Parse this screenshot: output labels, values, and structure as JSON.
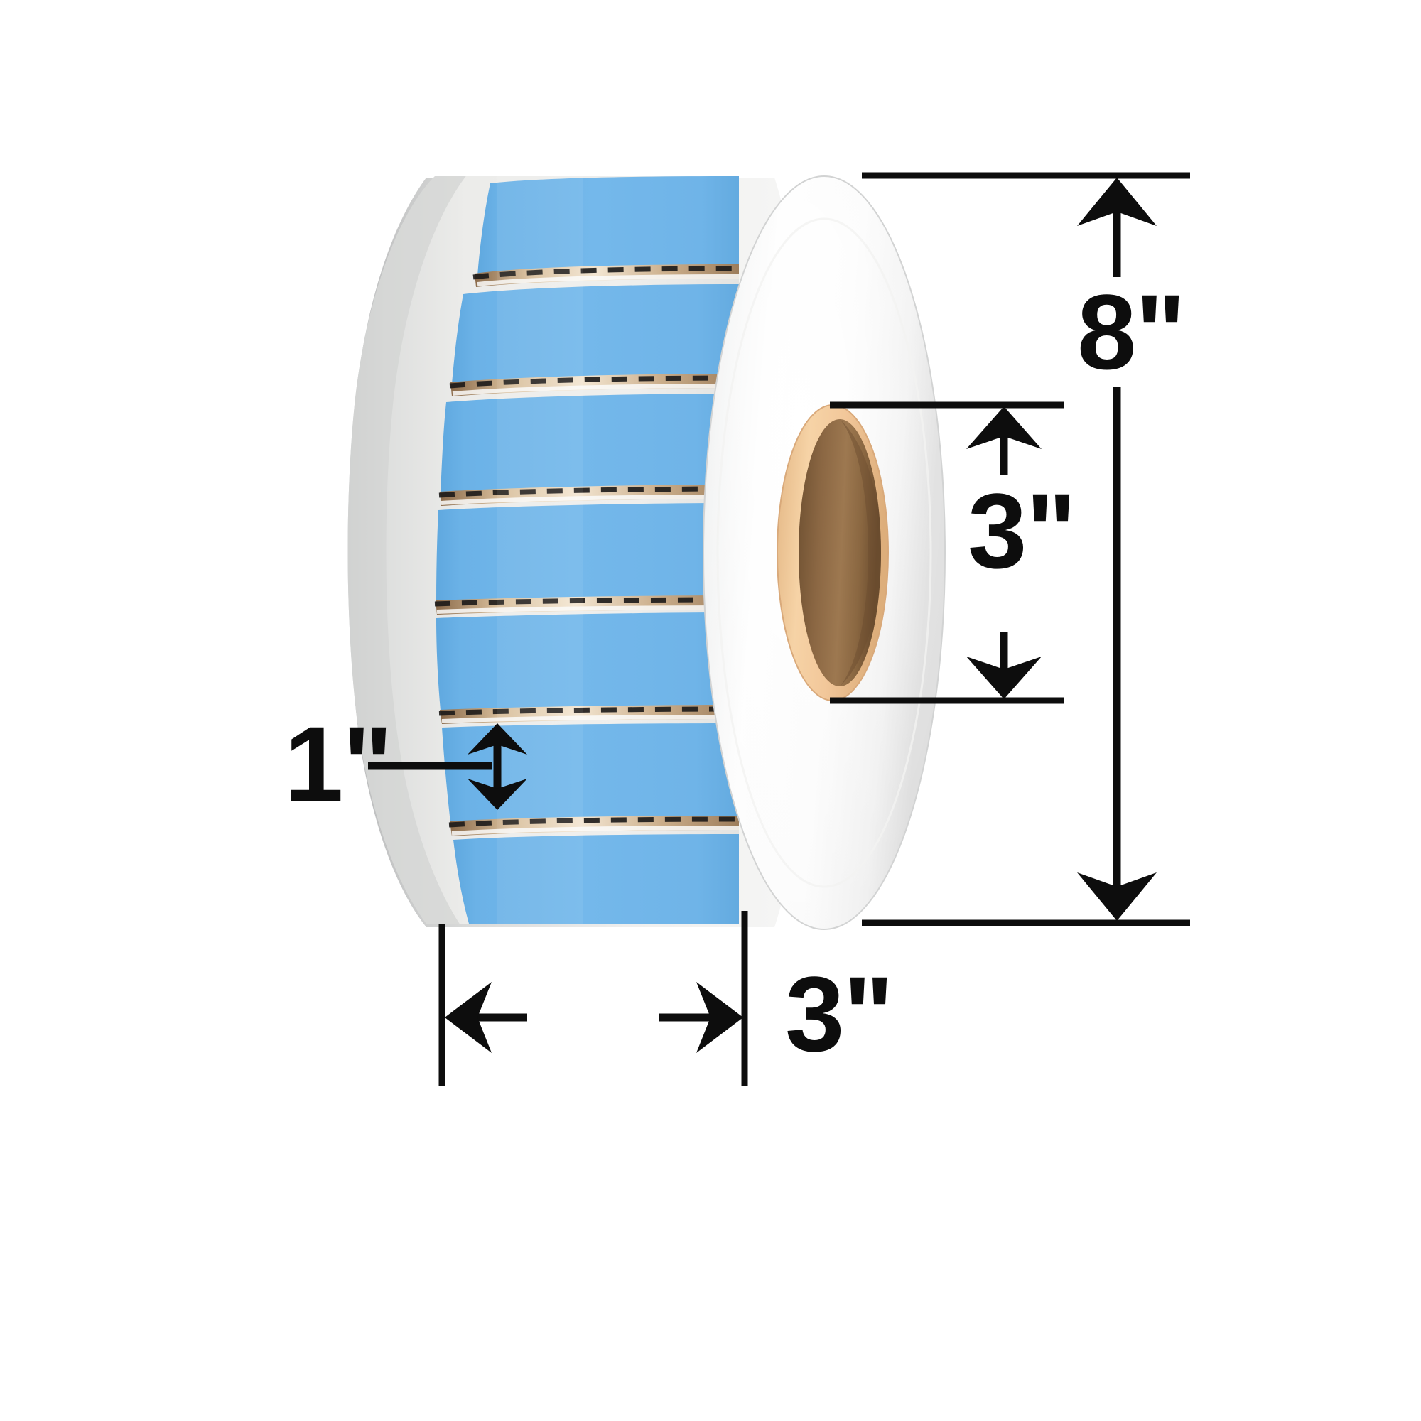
{
  "product": {
    "type": "label-roll-diagram",
    "label_color": "#6DB4E8",
    "liner_color": "#E8E8E6",
    "roll_body_color": "#FCFCFC",
    "core_ring_color": "#F0C898",
    "core_inner_color": "#8F6A43",
    "dimension_line_color": "#0D0D0D",
    "background": "#FFFFFF"
  },
  "dimensions": {
    "roll_diameter": {
      "value": "8\"",
      "measures": "outer-roll-diameter",
      "orientation": "vertical"
    },
    "core_diameter": {
      "value": "3\"",
      "measures": "core-inner-diameter",
      "orientation": "vertical"
    },
    "label_width": {
      "value": "3\"",
      "measures": "label-width",
      "orientation": "horizontal"
    },
    "label_height": {
      "value": "1\"",
      "measures": "label-height",
      "orientation": "vertical"
    }
  },
  "labels": {
    "count": 7,
    "rows": [
      {
        "index": 1
      },
      {
        "index": 2
      },
      {
        "index": 3
      },
      {
        "index": 4
      },
      {
        "index": 5
      },
      {
        "index": 6
      },
      {
        "index": 7
      }
    ]
  },
  "icons": {
    "arrow_up": "arrow-up-icon",
    "arrow_down": "arrow-down-icon",
    "arrow_left": "arrow-left-icon",
    "arrow_right": "arrow-right-icon"
  }
}
